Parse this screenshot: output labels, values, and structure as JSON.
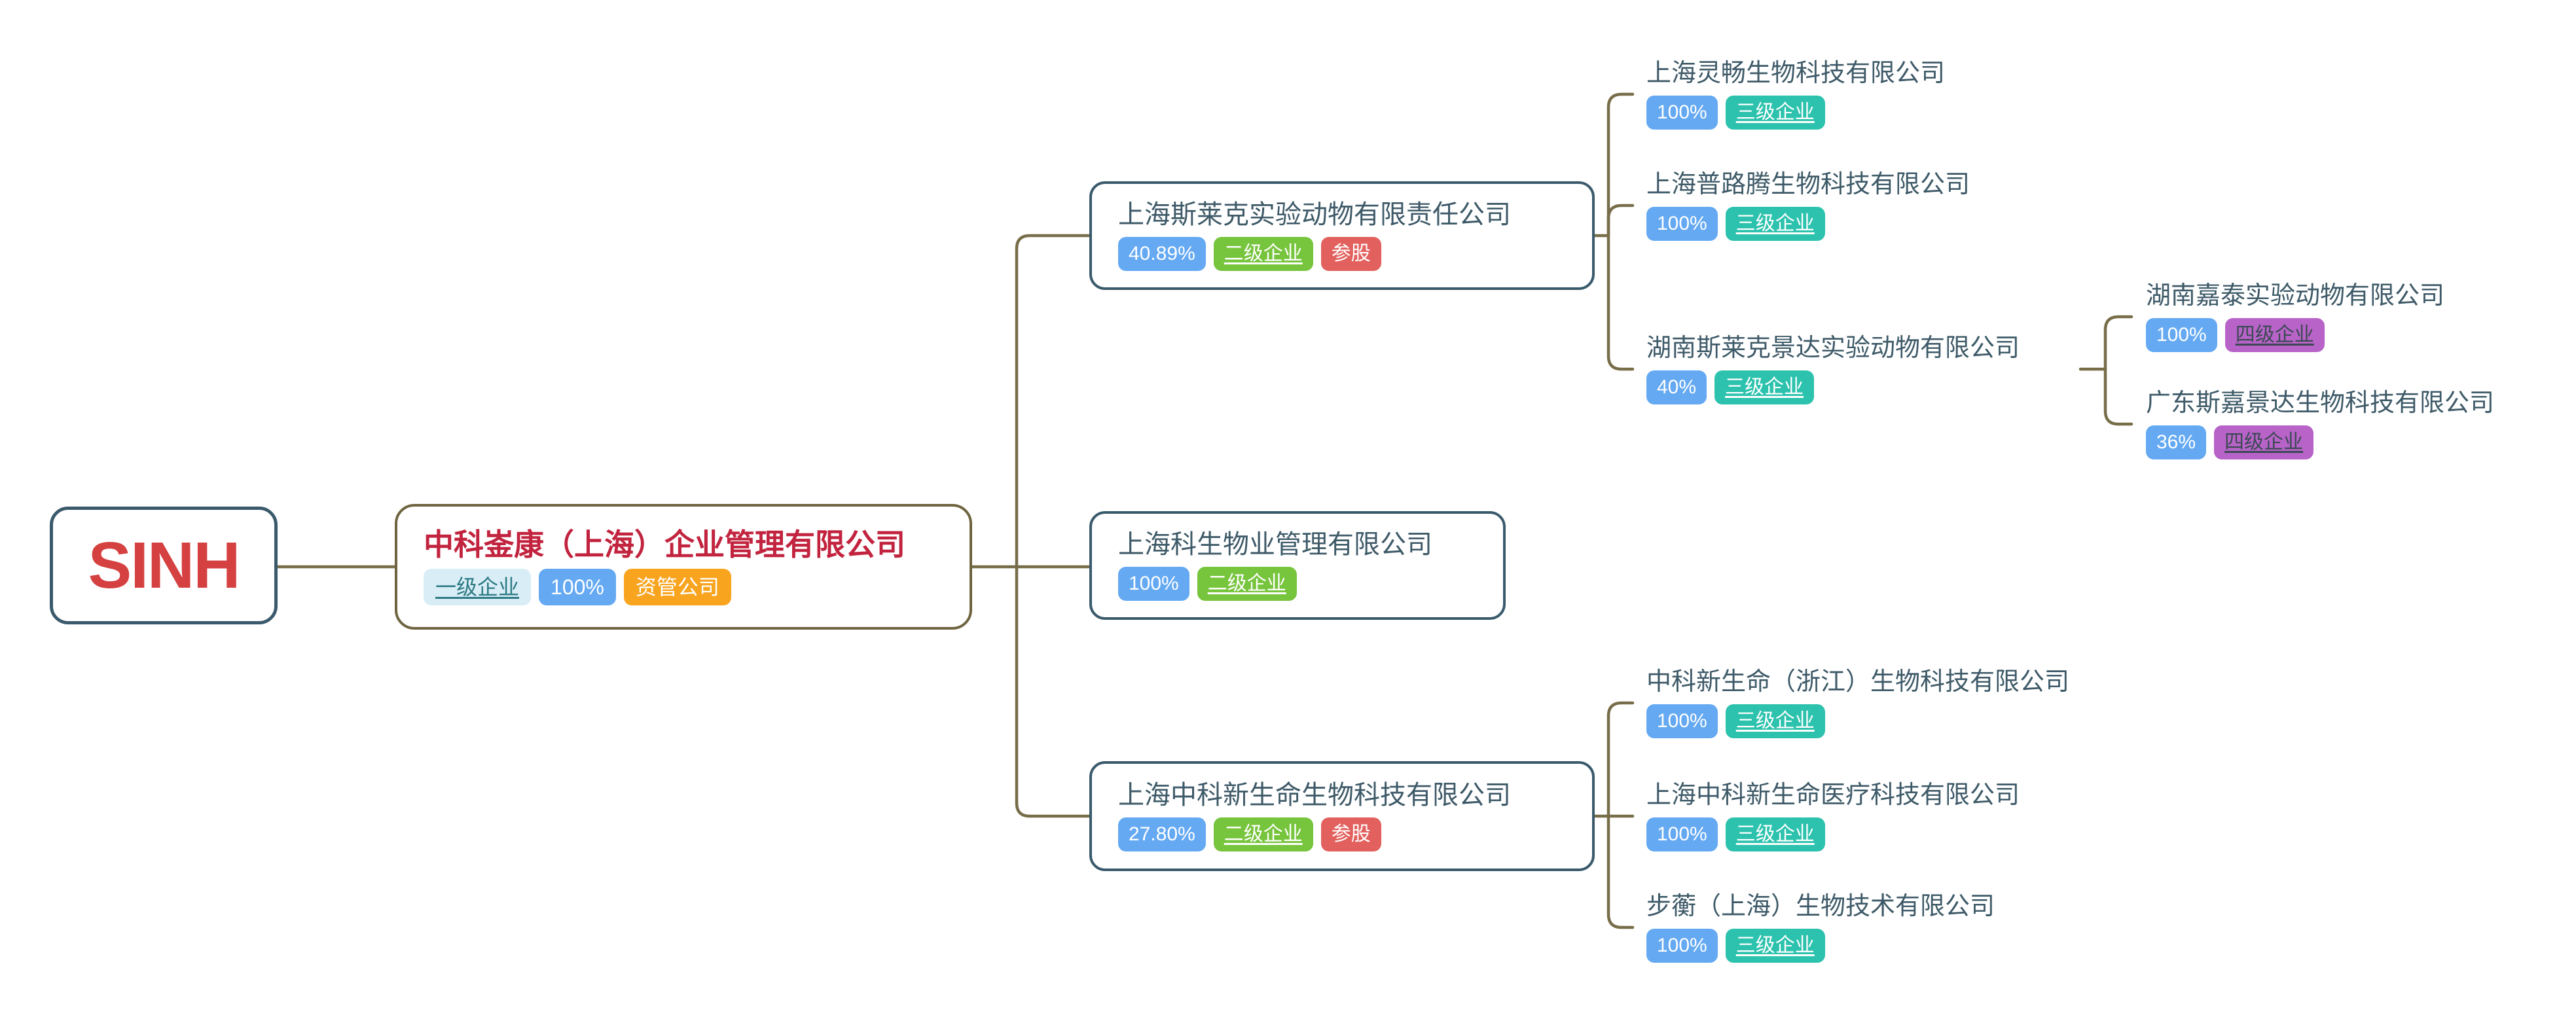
{
  "colors": {
    "connector_line": "#776d49",
    "box_border": "#3a5a6c",
    "root_box_border": "#6e6440",
    "title_text": "#3e5a68",
    "root_title_text": "#c2233e",
    "logo_text": "#d54040",
    "percent_badge_bg": "#64a9f2",
    "level1_badge_bg": "#d8edf5",
    "level1_badge_text": "#2d7a85",
    "level2_badge_bg": "#77c43d",
    "level3_badge_bg": "#2cc2ad",
    "level4_badge_bg": "#b763c8",
    "level4_badge_text": "#3b4953",
    "orange_badge_bg": "#f8a41f",
    "red_badge_bg": "#e2615e"
  },
  "nodes": {
    "sinh": {
      "label": "SINH"
    },
    "root": {
      "name": "中科崟康（上海）企业管理有限公司",
      "level": "一级企业",
      "percent": "100%",
      "tag": "资管公司"
    },
    "slk": {
      "name": "上海斯莱克实验动物有限责任公司",
      "percent": "40.89%",
      "level": "二级企业",
      "tag": "参股"
    },
    "kesheng": {
      "name": "上海科生物业管理有限公司",
      "percent": "100%",
      "level": "二级企业"
    },
    "zksxm": {
      "name": "上海中科新生命生物科技有限公司",
      "percent": "27.80%",
      "level": "二级企业",
      "tag": "参股"
    },
    "lingchang": {
      "name": "上海灵畅生物科技有限公司",
      "percent": "100%",
      "level": "三级企业"
    },
    "puluteng": {
      "name": "上海普路腾生物科技有限公司",
      "percent": "100%",
      "level": "三级企业"
    },
    "hnsljd": {
      "name": "湖南斯莱克景达实验动物有限公司",
      "percent": "40%",
      "level": "三级企业"
    },
    "hnjt": {
      "name": "湖南嘉泰实验动物有限公司",
      "percent": "100%",
      "level": "四级企业"
    },
    "gdsjjd": {
      "name": "广东斯嘉景达生物科技有限公司",
      "percent": "36%",
      "level": "四级企业"
    },
    "zjzj": {
      "name": "中科新生命（浙江）生物科技有限公司",
      "percent": "100%",
      "level": "三级企业"
    },
    "yiliao": {
      "name": "上海中科新生命医疗科技有限公司",
      "percent": "100%",
      "level": "三级企业"
    },
    "buheng": {
      "name": "步蘅（上海）生物技术有限公司",
      "percent": "100%",
      "level": "三级企业"
    }
  }
}
